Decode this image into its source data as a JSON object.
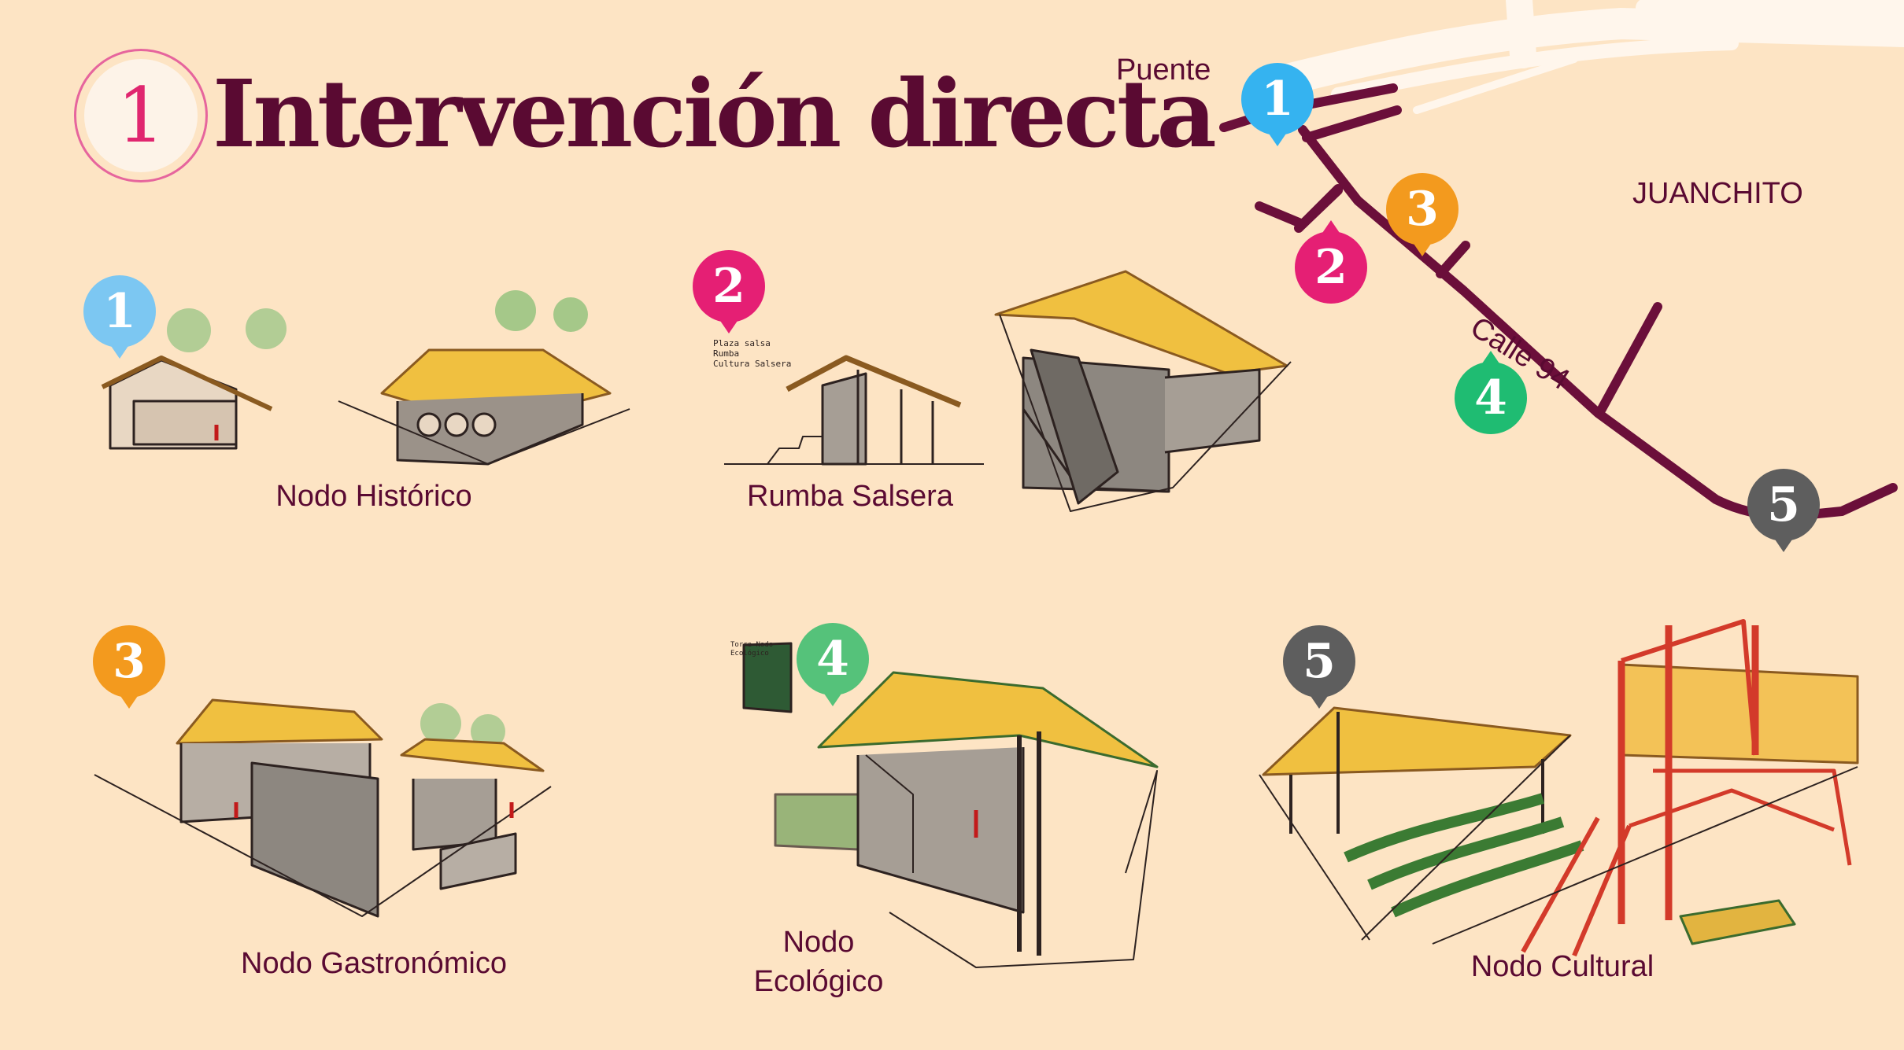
{
  "header": {
    "badge_number": "1",
    "title": "Intervención directa"
  },
  "colors": {
    "background": "#fde4c4",
    "title": "#5a0a32",
    "road": "#6b0f3a",
    "node_1": "#35b3f0",
    "node_2": "#e51f74",
    "node_3": "#f39a1e",
    "node_4": "#1fbc72",
    "node_5": "#5e5e5e"
  },
  "map": {
    "labels": {
      "bridge": "Puente",
      "area": "JUANCHITO",
      "street": "Calle 94"
    },
    "pins": [
      "1",
      "2",
      "3",
      "4",
      "5"
    ]
  },
  "nodes": [
    {
      "number": "1",
      "label": "Nodo Histórico",
      "icon": "pavilion-sketch-icon"
    },
    {
      "number": "2",
      "label": "Rumba Salsera",
      "icon": "pavilion-sketch-icon"
    },
    {
      "number": "3",
      "label": "Nodo Gastronómico",
      "icon": "pavilion-sketch-icon"
    },
    {
      "number": "4",
      "label": "Nodo\nEcológico",
      "icon": "pavilion-sketch-icon"
    },
    {
      "number": "5",
      "label": "Nodo Cultural",
      "icon": "tower-sketch-icon"
    }
  ],
  "sketch_notes": {
    "node_2_note": "Plaza salsa\nRumba\nCultura Salsera",
    "node_4_note": "Torre Nodo\nEcológico"
  }
}
